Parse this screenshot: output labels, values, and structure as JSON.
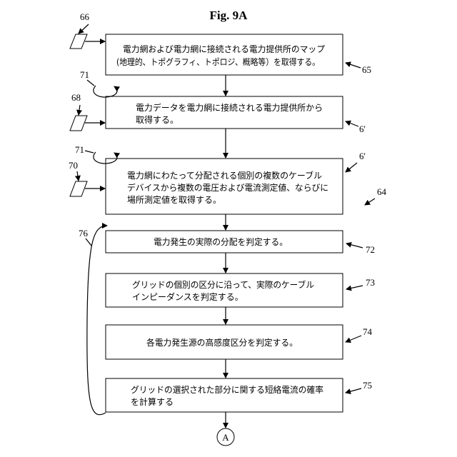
{
  "figure": {
    "title": "Fig. 9A",
    "connector": "A",
    "overall_ref": "64"
  },
  "steps": [
    {
      "ref": "65",
      "lines": [
        "電力網および電力網に接続される電力提供所のマップ",
        "(地理的、トポグラフィ、トポロジ、概略等）を取得する。"
      ]
    },
    {
      "ref": "6'",
      "lines": [
        "電力データを電力網に接続される電力提供所から",
        "取得する。"
      ]
    },
    {
      "ref": "6'",
      "lines": [
        "電力網にわたって分配される個別の複数のケーブル",
        "デバイスから複数の電圧および電流測定値、ならびに",
        "場所測定値を取得する。"
      ]
    },
    {
      "ref": "72",
      "lines": [
        "電力発生の実際の分配を判定する。"
      ]
    },
    {
      "ref": "73",
      "lines": [
        "グリッドの個別の区分に沿って、実際のケーブル",
        "インピーダンスを判定する。"
      ]
    },
    {
      "ref": "74",
      "lines": [
        "各電力発生源の高感度区分を判定する。"
      ]
    },
    {
      "ref": "75",
      "lines": [
        "グリッドの選択された部分に関する短絡電流の確率",
        "を計算する"
      ]
    }
  ],
  "inputs": [
    {
      "ref": "66"
    },
    {
      "ref": "68"
    },
    {
      "ref": "70"
    }
  ],
  "loops": [
    {
      "ref": "71"
    },
    {
      "ref": "71"
    },
    {
      "ref": "76"
    }
  ]
}
